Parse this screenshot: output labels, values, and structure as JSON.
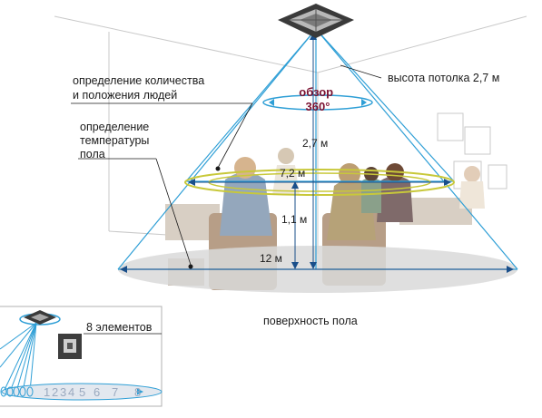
{
  "labels": {
    "people_detection": [
      "определение количества",
      "и положения людей"
    ],
    "floor_temp": [
      "определение",
      "температуры",
      "пола"
    ],
    "ceiling_height": "высота потолка 2,7 м",
    "view_line1": "обзор",
    "view_line2": "360°",
    "dim_27": "2,7 м",
    "dim_72": "7,2 м",
    "dim_11": "1,1 м",
    "dim_12": "12 м",
    "floor_surface": "поверхность пола",
    "elements": "8 элементов",
    "sensor_numbers": [
      "1",
      "2",
      "3",
      "4",
      "5",
      "6",
      "7",
      "8"
    ]
  },
  "colors": {
    "cone": "#2f9fd6",
    "ring_green": "#c8c83a",
    "view_text": "#7a1030",
    "floor": "#d9d9d9"
  }
}
